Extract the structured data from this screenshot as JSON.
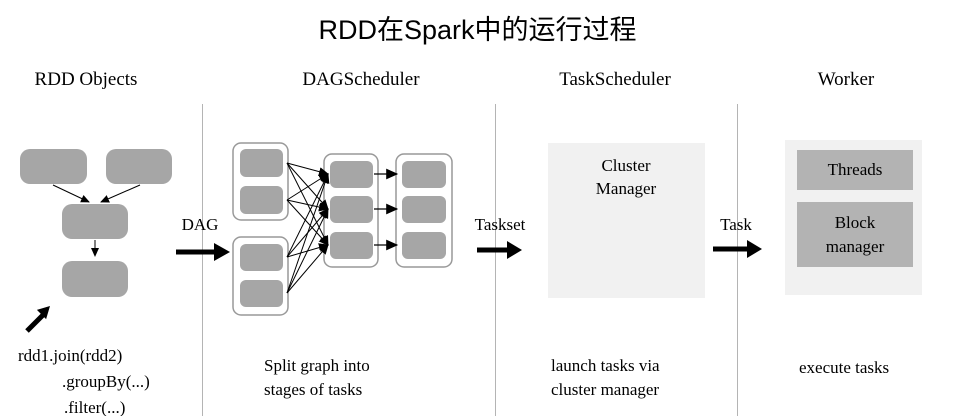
{
  "title": "RDD在Spark中的运行过程",
  "columns": [
    {
      "header": "RDD Objects",
      "caption_lines": [
        "rdd1.join(rdd2)",
        ".groupBy(...)",
        ".filter(...)"
      ]
    },
    {
      "header": "DAGScheduler",
      "caption_lines": [
        "Split graph into",
        "stages of tasks"
      ]
    },
    {
      "header": "TaskScheduler",
      "caption_lines": [
        "launch tasks via",
        "cluster manager"
      ],
      "box_label": "Cluster Manager"
    },
    {
      "header": "Worker",
      "caption_lines": [
        "execute tasks"
      ],
      "boxes": [
        "Threads",
        "Block manager"
      ]
    }
  ],
  "flow_arrows": [
    {
      "label": "DAG"
    },
    {
      "label": "Taskset"
    },
    {
      "label": "Task"
    }
  ],
  "colors": {
    "node_gray": "#a6a6a6",
    "container_border": "#999999",
    "panel_fill": "#f1f1f1",
    "worker_node_gray": "#b3b3b3",
    "divider": "#b4b4b4",
    "arrow_black": "#000000"
  }
}
